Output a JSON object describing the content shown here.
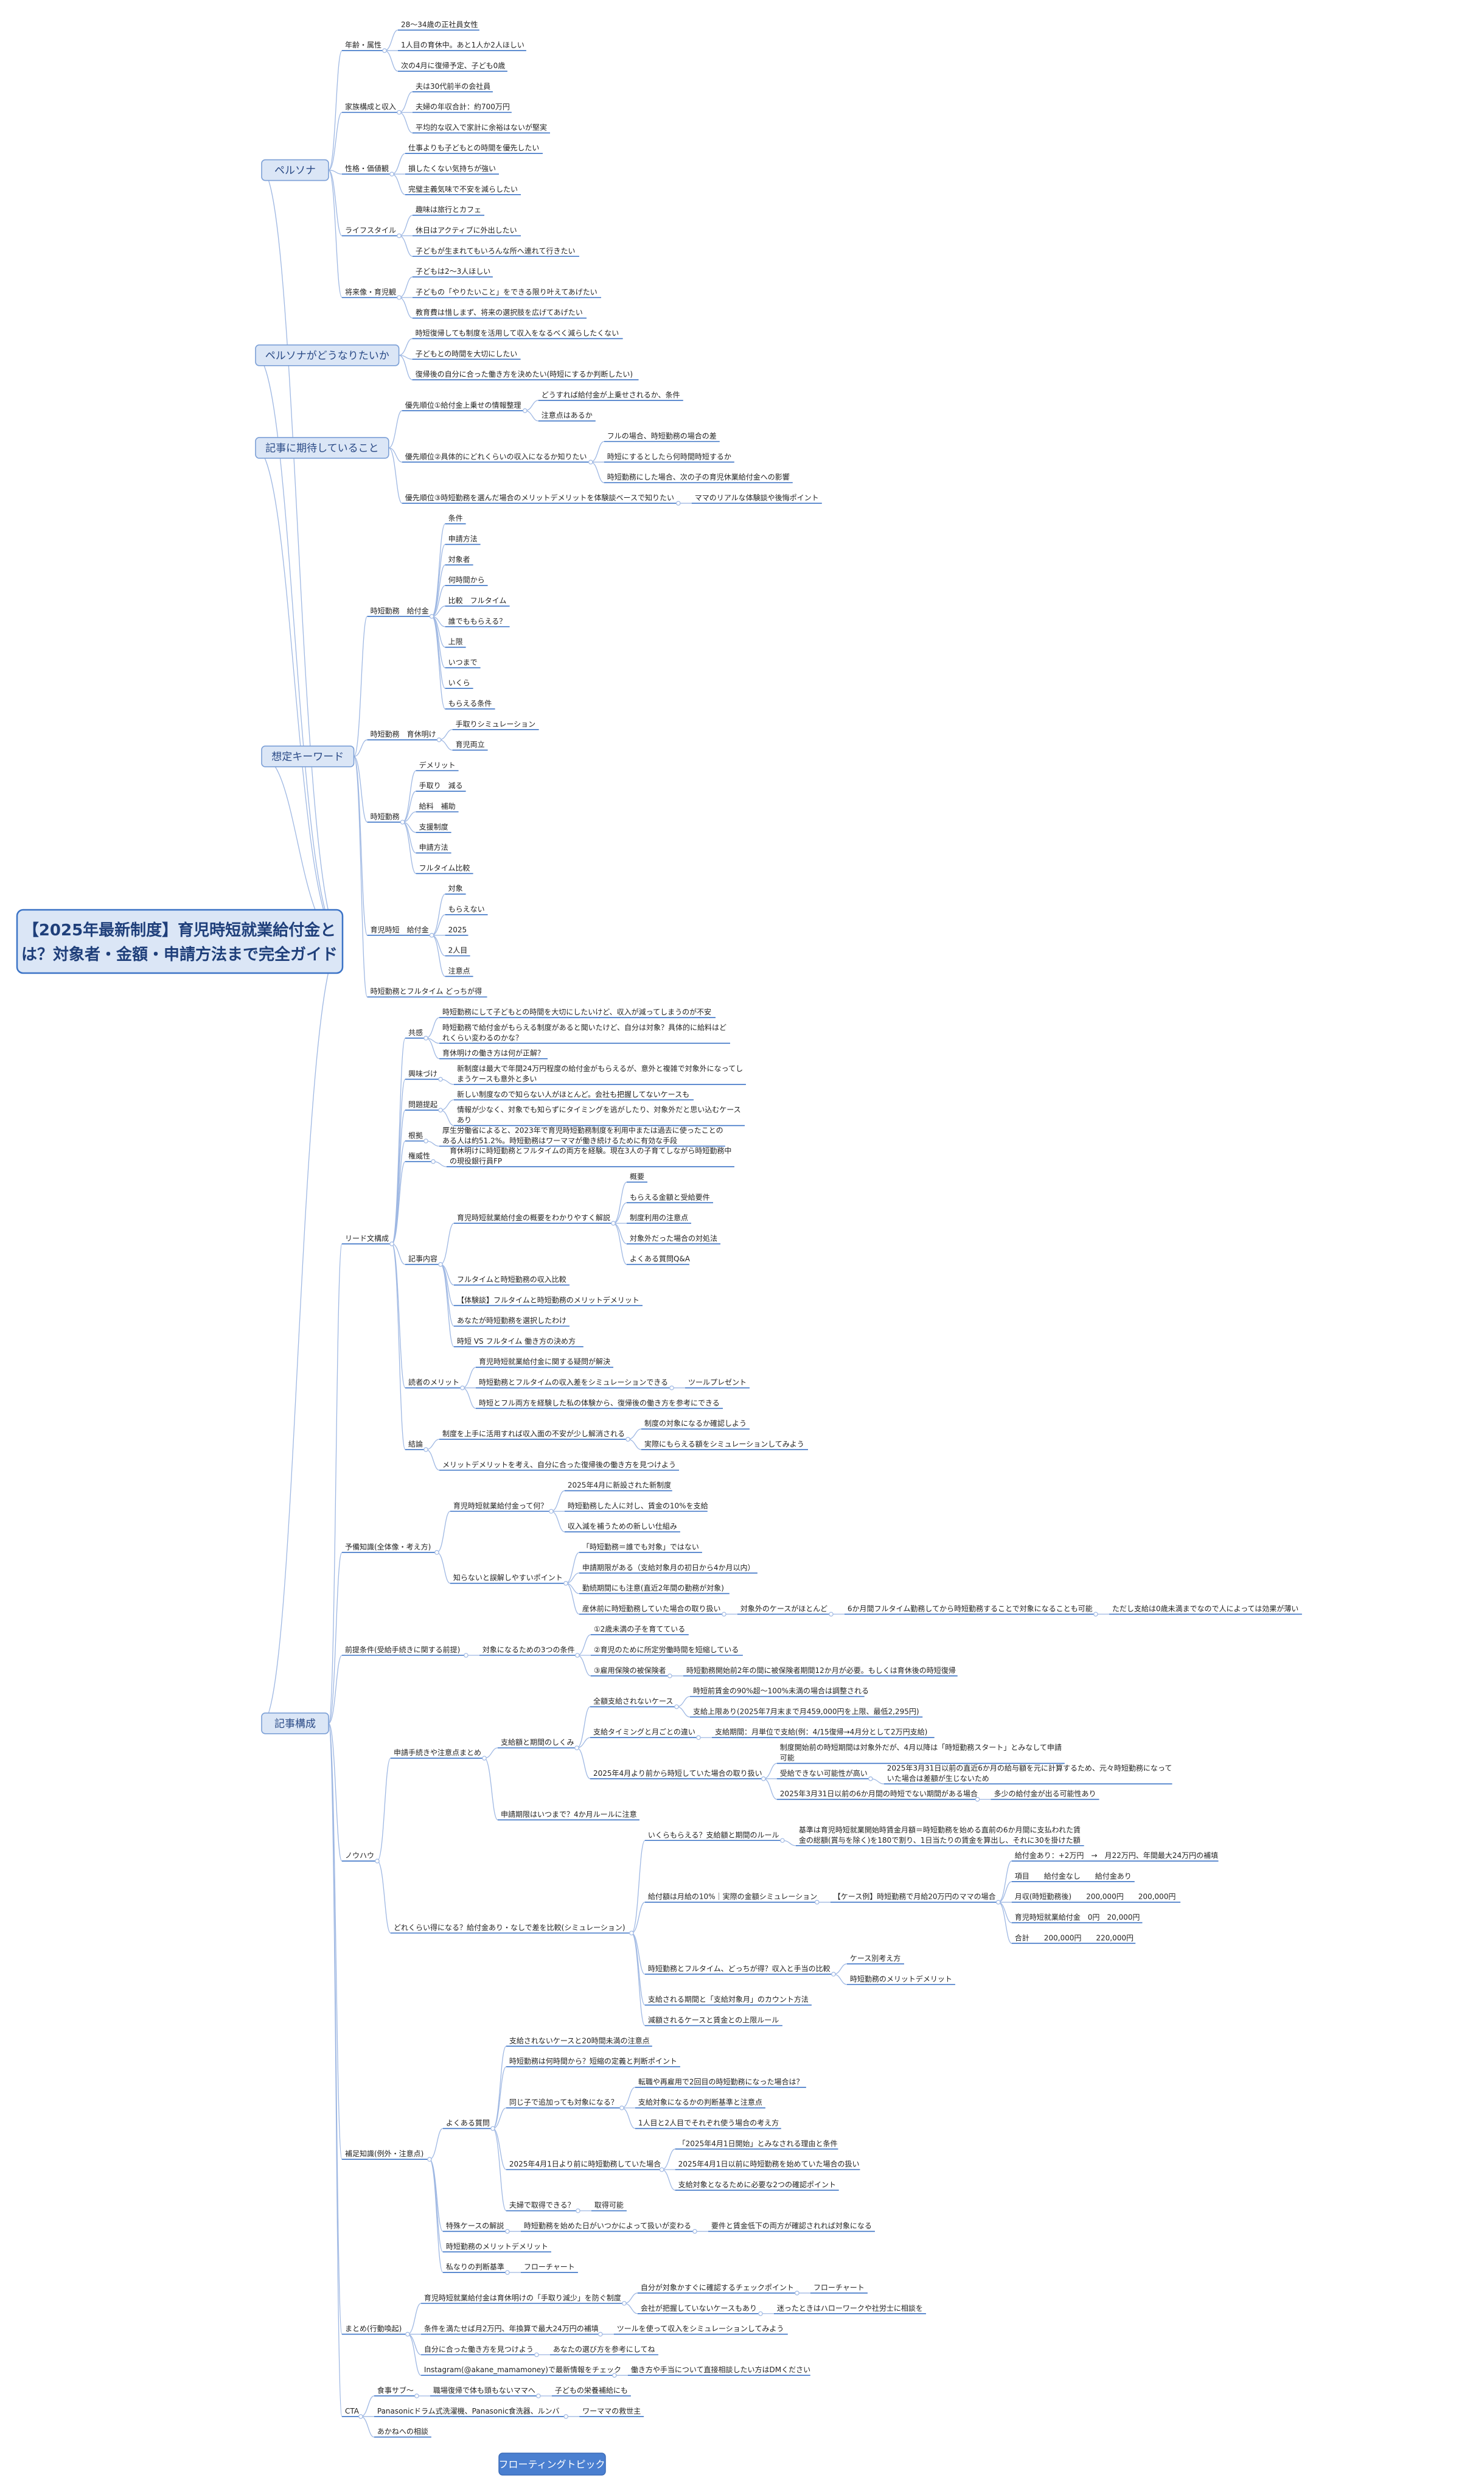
{
  "title": "【2025年最新制度】育児時短就業給付金とは？対象者・金額・申請方法まで完全ガイド",
  "title_lines": [
    "【2025年最新制度】育児時短就業給付金と",
    "は？対象者・金額・申請方法まで完全ガイド"
  ],
  "floating_topic": "フローティングトピック",
  "tree": [
    {
      "label": "ペルソナ",
      "children": [
        {
          "label": "年齢・属性",
          "children": [
            {
              "label": "28〜34歳の正社員女性"
            },
            {
              "label": "1人目の育休中。あと1人か2人ほしい"
            },
            {
              "label": "次の4月に復帰予定、子ども0歳"
            }
          ]
        },
        {
          "label": "家族構成と収入",
          "children": [
            {
              "label": "夫は30代前半の会社員"
            },
            {
              "label": "夫婦の年収合計：約700万円"
            },
            {
              "label": "平均的な収入で家計に余裕はないが堅実"
            }
          ]
        },
        {
          "label": "性格・価値観",
          "children": [
            {
              "label": "仕事よりも子どもとの時間を優先したい"
            },
            {
              "label": "損したくない気持ちが強い"
            },
            {
              "label": "完璧主義気味で不安を減らしたい"
            }
          ]
        },
        {
          "label": "ライフスタイル",
          "children": [
            {
              "label": "趣味は旅行とカフェ"
            },
            {
              "label": "休日はアクティブに外出したい"
            },
            {
              "label": "子どもが生まれてもいろんな所へ連れて行きたい"
            }
          ]
        },
        {
          "label": "将来像・育児観",
          "children": [
            {
              "label": "子どもは2〜3人ほしい"
            },
            {
              "label": "子どもの「やりたいこと」をできる限り叶えてあげたい"
            },
            {
              "label": "教育費は惜しまず、将来の選択肢を広げてあげたい"
            }
          ]
        }
      ]
    },
    {
      "label": "ペルソナがどうなりたいか",
      "children": [
        {
          "label": "時短復帰しても制度を活用して収入をなるべく減らしたくない"
        },
        {
          "label": "子どもとの時間を大切にしたい"
        },
        {
          "label": "復帰後の自分に合った働き方を決めたい(時短にするか判断したい)"
        }
      ]
    },
    {
      "label": "記事に期待していること",
      "children": [
        {
          "label": "優先順位①給付金上乗せの情報整理",
          "children": [
            {
              "label": "どうすれば給付金が上乗せされるか、条件"
            },
            {
              "label": "注意点はあるか"
            }
          ]
        },
        {
          "label": "優先順位②具体的にどれくらいの収入になるか知りたい",
          "children": [
            {
              "label": "フルの場合、時短勤務の場合の差"
            },
            {
              "label": "時短にするとしたら何時間時短するか"
            },
            {
              "label": "時短勤務にした場合、次の子の育児休業給付金への影響"
            }
          ]
        },
        {
          "label": "優先順位③時短勤務を選んだ場合のメリットデメリットを体験談ベースで知りたい",
          "children": [
            {
              "label": "ママのリアルな体験談や後悔ポイント"
            }
          ]
        }
      ]
    },
    {
      "label": "想定キーワード",
      "children": [
        {
          "label": "時短勤務　給付金",
          "children": [
            {
              "label": "条件"
            },
            {
              "label": "申請方法"
            },
            {
              "label": "対象者"
            },
            {
              "label": "何時間から"
            },
            {
              "label": "比較　フルタイム"
            },
            {
              "label": "誰でももらえる？"
            },
            {
              "label": "上限"
            },
            {
              "label": "いつまで"
            },
            {
              "label": "いくら"
            },
            {
              "label": "もらえる条件"
            }
          ]
        },
        {
          "label": "時短勤務　育休明け",
          "children": [
            {
              "label": "手取りシミュレーション"
            },
            {
              "label": "育児両立"
            }
          ]
        },
        {
          "label": "時短勤務",
          "children": [
            {
              "label": "デメリット"
            },
            {
              "label": "手取り　減る"
            },
            {
              "label": "給料　補助"
            },
            {
              "label": "支援制度"
            },
            {
              "label": "申請方法"
            },
            {
              "label": "フルタイム比較"
            }
          ]
        },
        {
          "label": "育児時短　給付金",
          "children": [
            {
              "label": "対象"
            },
            {
              "label": "もらえない"
            },
            {
              "label": "2025"
            },
            {
              "label": "2人目"
            },
            {
              "label": "注意点"
            }
          ]
        },
        {
          "label": "時短勤務とフルタイム どっちが得"
        }
      ]
    },
    {
      "label": "記事構成",
      "children": [
        {
          "label": "リード文構成",
          "children": [
            {
              "label": "共感",
              "children": [
                {
                  "label": "時短勤務にして子どもとの時間を大切にしたいけど、収入が減ってしまうのが不安"
                },
                {
                  "label": "時短勤務で給付金がもらえる制度があると聞いたけど、自分は対象？具体的に給料はどれくらい変わるのかな？"
                },
                {
                  "label": "育休明けの働き方は何が正解？"
                }
              ]
            },
            {
              "label": "興味づけ",
              "children": [
                {
                  "label": "新制度は最大で年間24万円程度の給付金がもらえるが、意外と複雑で対象外になってしまうケースも意外と多い"
                }
              ]
            },
            {
              "label": "問題提起",
              "children": [
                {
                  "label": "新しい制度なので知らない人がほとんど。会社も把握してないケースも"
                },
                {
                  "label": "情報が少なく、対象でも知らずにタイミングを逃がしたり、対象外だと思い込むケースあり"
                }
              ]
            },
            {
              "label": "根拠",
              "children": [
                {
                  "label": "厚生労働省によると、2023年で育児時短勤務制度を利用中または過去に使ったことのある人は約51.2%。時短勤務はワーママが働き続けるために有効な手段"
                }
              ]
            },
            {
              "label": "権威性",
              "children": [
                {
                  "label": "育休明けに時短勤務とフルタイムの両方を経験。現在3人の子育てしながら時短勤務中の現役銀行員FP"
                }
              ]
            },
            {
              "label": "記事内容",
              "children": [
                {
                  "label": "育児時短就業給付金の概要をわかりやすく解説",
                  "children": [
                    {
                      "label": "概要"
                    },
                    {
                      "label": "もらえる金額と受給要件"
                    },
                    {
                      "label": "制度利用の注意点"
                    },
                    {
                      "label": "対象外だった場合の対処法"
                    },
                    {
                      "label": "よくある質問Q&A"
                    }
                  ]
                },
                {
                  "label": "フルタイムと時短勤務の収入比較"
                },
                {
                  "label": "【体験談】フルタイムと時短勤務のメリットデメリット"
                },
                {
                  "label": "あなたが時短勤務を選択したわけ"
                },
                {
                  "label": "時短 VS フルタイム 働き方の決め方"
                }
              ]
            },
            {
              "label": "読者のメリット",
              "children": [
                {
                  "label": "育児時短就業給付金に関する疑問が解決"
                },
                {
                  "label": "時短勤務とフルタイムの収入差をシミュレーションできる",
                  "children": [
                    {
                      "label": "ツールプレゼント"
                    }
                  ]
                },
                {
                  "label": "時短とフル両方を経験した私の体験から、復帰後の働き方を参考にできる"
                }
              ]
            },
            {
              "label": "結論",
              "children": [
                {
                  "label": "制度を上手に活用すれば収入面の不安が少し解消される",
                  "children": [
                    {
                      "label": "制度の対象になるか確認しよう"
                    },
                    {
                      "label": "実際にもらえる額をシミュレーションしてみよう"
                    }
                  ]
                },
                {
                  "label": "メリットデメリットを考え、自分に合った復帰後の働き方を見つけよう"
                }
              ]
            }
          ]
        },
        {
          "label": "予備知識(全体像・考え方)",
          "children": [
            {
              "label": "育児時短就業給付金って何？",
              "children": [
                {
                  "label": "2025年4月に新設された新制度"
                },
                {
                  "label": "時短勤務した人に対し、賃金の10%を支給"
                },
                {
                  "label": "収入減を補うための新しい仕組み"
                }
              ]
            },
            {
              "label": "知らないと誤解しやすいポイント",
              "children": [
                {
                  "label": "「時短勤務＝誰でも対象」ではない"
                },
                {
                  "label": "申請期限がある（支給対象月の初日から4か月以内）"
                },
                {
                  "label": "勤続期間にも注意(直近2年間の勤務が対象)"
                },
                {
                  "label": "産休前に時短勤務していた場合の取り扱い",
                  "children": [
                    {
                      "label": "対象外のケースがほとんど",
                      "children": [
                        {
                          "label": "6か月間フルタイム勤務してから時短勤務することで対象になることも可能",
                          "children": [
                            {
                              "label": "ただし支給は0歳未満までなので人によっては効果が薄い"
                            }
                          ]
                        }
                      ]
                    }
                  ]
                }
              ]
            }
          ]
        },
        {
          "label": "前提条件(受給手続きに関する前提)",
          "children": [
            {
              "label": "対象になるための3つの条件",
              "children": [
                {
                  "label": "①2歳未満の子を育てている"
                },
                {
                  "label": "②育児のために所定労働時間を短縮している"
                },
                {
                  "label": "③雇用保険の被保険者",
                  "children": [
                    {
                      "label": "時短勤務開始前2年の間に被保険者期間12か月が必要。もしくは育休後の時短復帰"
                    }
                  ]
                }
              ]
            }
          ]
        },
        {
          "label": "ノウハウ",
          "children": [
            {
              "label": "申請手続きや注意点まとめ",
              "children": [
                {
                  "label": "支給額と期間のしくみ",
                  "children": [
                    {
                      "label": "全額支給されないケース",
                      "children": [
                        {
                          "label": "時短前賃金の90%超〜100%未満の場合は調整される"
                        },
                        {
                          "label": "支給上限あり(2025年7月末まで月459,000円を上限、最低2,295円)"
                        }
                      ]
                    },
                    {
                      "label": "支給タイミングと月ごとの違い",
                      "children": [
                        {
                          "label": "支給期間：月単位で支給(例：4/15復帰→4月分として2万円支給)"
                        }
                      ]
                    },
                    {
                      "label": "2025年4月より前から時短していた場合の取り扱い",
                      "children": [
                        {
                          "label": "制度開始前の時短期間は対象外だが、4月以降は「時短勤務スタート」とみなして申請可能"
                        },
                        {
                          "label": "受給できない可能性が高い",
                          "children": [
                            {
                              "label": "2025年3月31日以前の直近6か月の給与額を元に計算するため、元々時短勤務になっていた場合は差額が生じないため"
                            }
                          ]
                        },
                        {
                          "label": "2025年3月31日以前の6か月間の時短でない期間がある場合",
                          "children": [
                            {
                              "label": "多少の給付金が出る可能性あり"
                            }
                          ]
                        }
                      ]
                    }
                  ]
                },
                {
                  "label": "申請期限はいつまで？4か月ルールに注意"
                }
              ]
            },
            {
              "label": "どれくらい得になる？給付金あり・なしで差を比較(シミュレーション)",
              "children": [
                {
                  "label": "いくらもらえる？支給額と期間のルール",
                  "children": [
                    {
                      "label": "基準は育児時短就業開始時賃金月額＝時短勤務を始める直前の6か月間に支払われた賃金の総額(賞与を除く)を180で割り、1日当たりの賃金を算出し、それに30を掛けた額"
                    }
                  ]
                },
                {
                  "label": "給付額は月給の10%｜実際の金額シミュレーション",
                  "children": [
                    {
                      "label": "【ケース例】時短勤務で月給20万円のママの場合",
                      "children": [
                        {
                          "label": "給付金あり：+2万円　→　月22万円、年間最大24万円の補填"
                        },
                        {
                          "label": "項目　　給付金なし　　給付金あり"
                        },
                        {
                          "label": "月収(時短勤務後)　　200,000円　　200,000円"
                        },
                        {
                          "label": "育児時短就業給付金　0円　20,000円"
                        },
                        {
                          "label": "合計　　200,000円　　220,000円"
                        }
                      ]
                    }
                  ]
                },
                {
                  "label": "時短勤務とフルタイム、どっちが得？収入と手当の比較",
                  "children": [
                    {
                      "label": "ケース別考え方"
                    },
                    {
                      "label": "時短勤務のメリットデメリット"
                    }
                  ]
                },
                {
                  "label": "支給される期間と「支給対象月」のカウント方法"
                },
                {
                  "label": "減額されるケースと賃金との上限ルール"
                }
              ]
            }
          ]
        },
        {
          "label": "補足知識(例外・注意点)",
          "children": [
            {
              "label": "よくある質問",
              "children": [
                {
                  "label": "支給されないケースと20時間未満の注意点"
                },
                {
                  "label": "時短勤務は何時間から？短縮の定義と判断ポイント"
                },
                {
                  "label": "同じ子で追加っても対象になる？",
                  "children": [
                    {
                      "label": "転職や再雇用で2回目の時短勤務になった場合は？"
                    },
                    {
                      "label": "支給対象になるかの判断基準と注意点"
                    },
                    {
                      "label": "1人目と2人目でそれぞれ使う場合の考え方"
                    }
                  ]
                },
                {
                  "label": "2025年4月1日より前に時短勤務していた場合",
                  "children": [
                    {
                      "label": "「2025年4月1日開始」とみなされる理由と条件"
                    },
                    {
                      "label": "2025年4月1日以前に時短勤務を始めていた場合の扱い"
                    },
                    {
                      "label": "支給対象となるために必要な2つの確認ポイント"
                    }
                  ]
                },
                {
                  "label": "夫婦で取得できる？",
                  "children": [
                    {
                      "label": "取得可能"
                    }
                  ]
                }
              ]
            },
            {
              "label": "特殊ケースの解説",
              "children": [
                {
                  "label": "時短勤務を始めた日がいつかによって扱いが変わる",
                  "children": [
                    {
                      "label": "要件と賃金低下の両方が確認されれば対象になる"
                    }
                  ]
                }
              ]
            },
            {
              "label": "時短勤務のメリットデメリット"
            },
            {
              "label": "私なりの判断基準",
              "children": [
                {
                  "label": "フローチャート"
                }
              ]
            }
          ]
        },
        {
          "label": "まとめ(行動喚起)",
          "children": [
            {
              "label": "育児時短就業給付金は育休明けの「手取り減少」を防ぐ制度",
              "children": [
                {
                  "label": "自分が対象かすぐに確認するチェックポイント",
                  "children": [
                    {
                      "label": "フローチャート"
                    }
                  ]
                },
                {
                  "label": "会社が把握していないケースもあり",
                  "children": [
                    {
                      "label": "迷ったときはハローワークや社労士に相談を"
                    }
                  ]
                }
              ]
            },
            {
              "label": "条件を満たせば月2万円、年換算で最大24万円の補填",
              "children": [
                {
                  "label": "ツールを使って収入をシミュレーションしてみよう"
                }
              ]
            },
            {
              "label": "自分に合った働き方を見つけよう",
              "children": [
                {
                  "label": "あなたの選び方を参考にしてね"
                }
              ]
            },
            {
              "label": "Instagram(@akane_mamamoney)で最新情報をチェック",
              "children": [
                {
                  "label": "働き方や手当について直接相談したい方はDMください"
                }
              ]
            }
          ]
        },
        {
          "label": "CTA",
          "children": [
            {
              "label": "食事サブ〜",
              "children": [
                {
                  "label": "職場復帰で体も頭もないママへ",
                  "children": [
                    {
                      "label": "子どもの栄養補給にも"
                    }
                  ]
                }
              ]
            },
            {
              "label": "Panasonicドラム式洗濯機、Panasonic食洗器、ルンバ",
              "children": [
                {
                  "label": "ワーママの救世主"
                }
              ]
            },
            {
              "label": "あかねへの相談"
            }
          ]
        }
      ]
    }
  ]
}
